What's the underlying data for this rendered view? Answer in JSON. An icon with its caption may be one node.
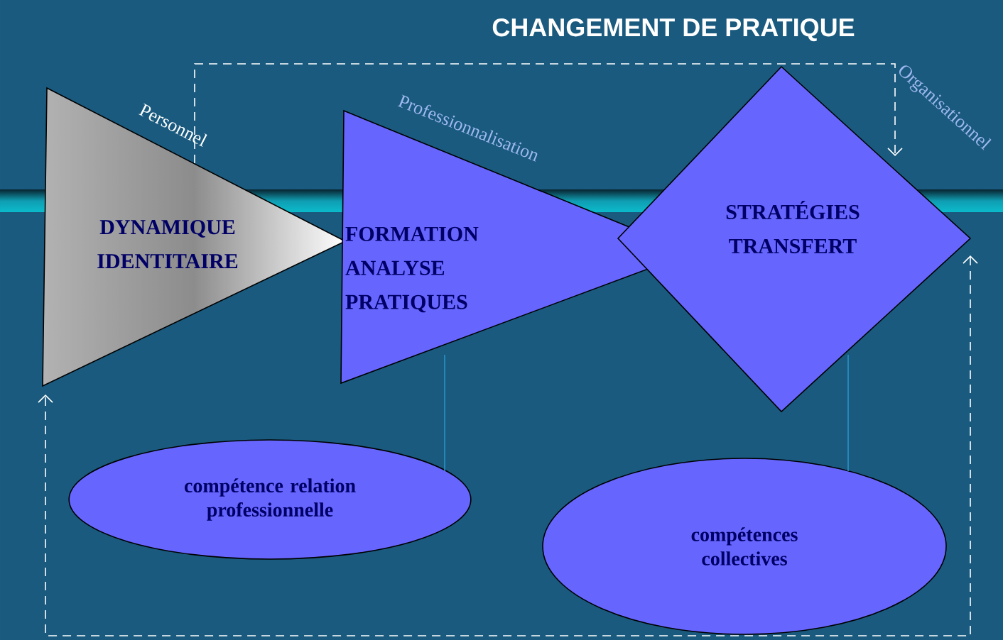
{
  "diagram": {
    "title": "CHANGEMENT DE PRATIQUE",
    "nodes": [
      {
        "text": [
          "DYNAMIQUE IDENTITAIRE"
        ]
      },
      {
        "text": [
          "FORMATION ANALYSE PRATIQUES"
        ]
      },
      {
        "text": [
          "STRATÉGIES TRANSFERT"
        ]
      },
      {
        "text": [
          "compétence relation professionnelle"
        ]
      },
      {
        "text": [
          "compétences collectives"
        ]
      }
    ],
    "edges": [
      {
        "from": 0,
        "to": 2,
        "arrow": "to",
        "style": "dashed",
        "color": "#ffffff"
      },
      {
        "from": 2,
        "to": 0,
        "arrow": "both",
        "style": "dashed",
        "color": "#ffffff"
      },
      {
        "from": 1,
        "to": 3,
        "arrow": "none",
        "color": "#2a90c8"
      },
      {
        "from": 2,
        "to": 4,
        "arrow": "none",
        "color": "#2a90c8"
      }
    ],
    "labels": [
      "Personnel",
      "Professionnalisation",
      "Organisationnel"
    ]
  }
}
